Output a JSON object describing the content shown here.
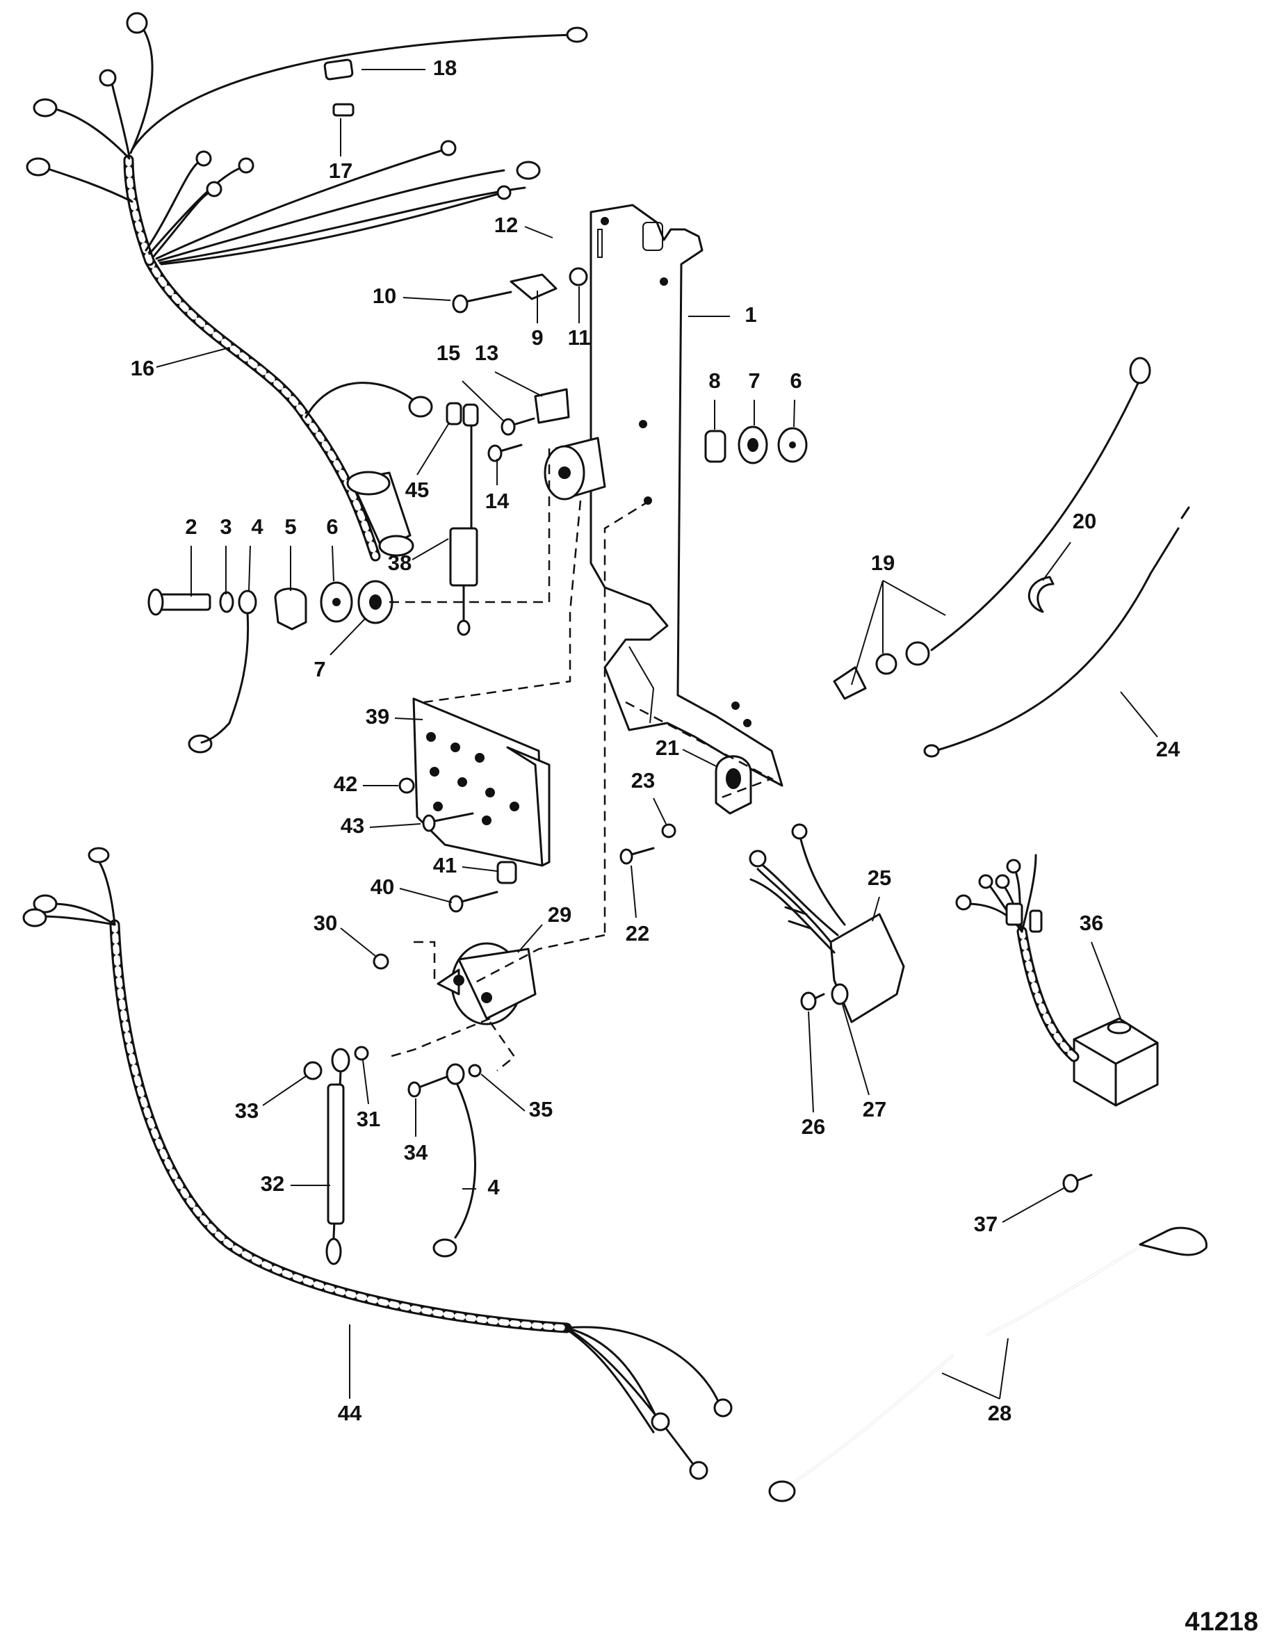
{
  "figure_number": "41218",
  "callouts": [
    {
      "id": "c1",
      "label": "1"
    },
    {
      "id": "c2",
      "label": "2"
    },
    {
      "id": "c3",
      "label": "3"
    },
    {
      "id": "c4a",
      "label": "4"
    },
    {
      "id": "c4b",
      "label": "4"
    },
    {
      "id": "c5",
      "label": "5"
    },
    {
      "id": "c6a",
      "label": "6"
    },
    {
      "id": "c6b",
      "label": "6"
    },
    {
      "id": "c7a",
      "label": "7"
    },
    {
      "id": "c7b",
      "label": "7"
    },
    {
      "id": "c8",
      "label": "8"
    },
    {
      "id": "c9",
      "label": "9"
    },
    {
      "id": "c10",
      "label": "10"
    },
    {
      "id": "c11",
      "label": "11"
    },
    {
      "id": "c12",
      "label": "12"
    },
    {
      "id": "c13",
      "label": "13"
    },
    {
      "id": "c14",
      "label": "14"
    },
    {
      "id": "c15",
      "label": "15"
    },
    {
      "id": "c16",
      "label": "16"
    },
    {
      "id": "c17",
      "label": "17"
    },
    {
      "id": "c18",
      "label": "18"
    },
    {
      "id": "c19",
      "label": "19"
    },
    {
      "id": "c20",
      "label": "20"
    },
    {
      "id": "c21",
      "label": "21"
    },
    {
      "id": "c22",
      "label": "22"
    },
    {
      "id": "c23",
      "label": "23"
    },
    {
      "id": "c24",
      "label": "24"
    },
    {
      "id": "c25",
      "label": "25"
    },
    {
      "id": "c26",
      "label": "26"
    },
    {
      "id": "c27",
      "label": "27"
    },
    {
      "id": "c28",
      "label": "28"
    },
    {
      "id": "c29",
      "label": "29"
    },
    {
      "id": "c30",
      "label": "30"
    },
    {
      "id": "c31",
      "label": "31"
    },
    {
      "id": "c32",
      "label": "32"
    },
    {
      "id": "c33",
      "label": "33"
    },
    {
      "id": "c34",
      "label": "34"
    },
    {
      "id": "c35",
      "label": "35"
    },
    {
      "id": "c36",
      "label": "36"
    },
    {
      "id": "c37",
      "label": "37"
    },
    {
      "id": "c38",
      "label": "38"
    },
    {
      "id": "c39",
      "label": "39"
    },
    {
      "id": "c40",
      "label": "40"
    },
    {
      "id": "c41",
      "label": "41"
    },
    {
      "id": "c42",
      "label": "42"
    },
    {
      "id": "c43",
      "label": "43"
    },
    {
      "id": "c44",
      "label": "44"
    },
    {
      "id": "c45",
      "label": "45"
    }
  ]
}
